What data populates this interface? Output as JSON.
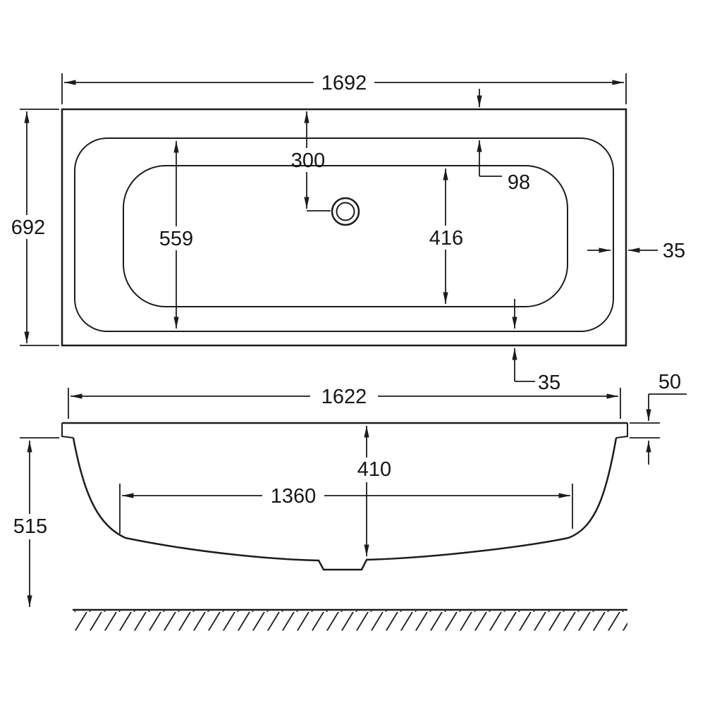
{
  "drawing": {
    "plan": {
      "overall_length": "1692",
      "overall_width": "692",
      "drain_center_from_edge": "300",
      "rim_end_width": "98",
      "inner_width_rim": "559",
      "inner_width_base": "416",
      "side_rim_gap": "35",
      "bottom_rim_gap": "35"
    },
    "side": {
      "rim_length": "1622",
      "rim_height": "50",
      "inner_depth": "410",
      "base_length": "1360",
      "overall_height": "515"
    }
  }
}
